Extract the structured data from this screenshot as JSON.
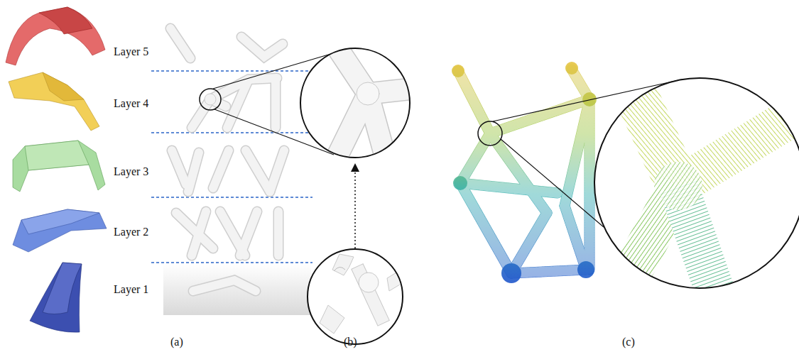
{
  "diagram": {
    "labels": [
      "Layer 5",
      "Layer 4",
      "Layer 3",
      "Layer 2",
      "Layer 1",
      "(a)",
      "(b)",
      "(c)"
    ]
  }
}
